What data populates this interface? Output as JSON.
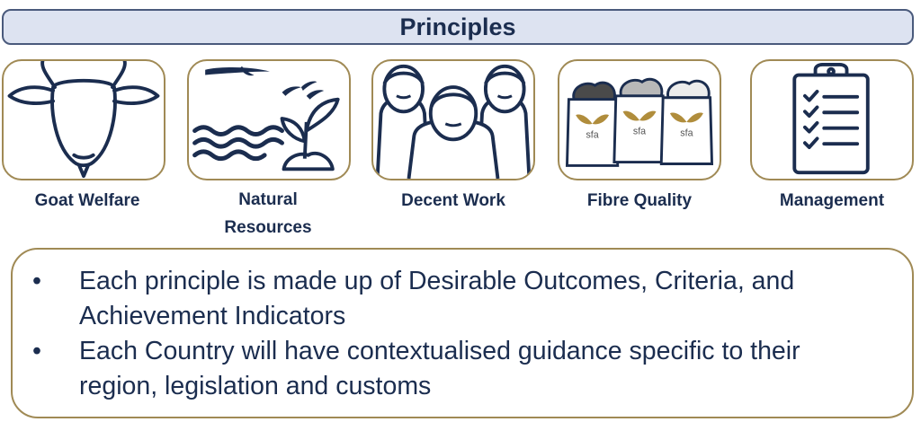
{
  "title": "Principles",
  "principles": [
    {
      "label": "Goat Welfare",
      "icon": "goat-icon"
    },
    {
      "label": "Natural Resources",
      "label_lines": [
        "Natural",
        "Resources"
      ],
      "icon": "nature-icon"
    },
    {
      "label": "Decent Work",
      "icon": "workers-icon"
    },
    {
      "label": "Fibre Quality",
      "icon": "fibre-bags-icon"
    },
    {
      "label": "Management",
      "icon": "clipboard-checklist-icon"
    }
  ],
  "bag_label": "sfa",
  "bullets": [
    "Each principle is made up of Desirable Outcomes, Criteria, and Achievement Indicators",
    "Each Country will have contextualised guidance specific to their region, legislation and customs"
  ],
  "bullet_lines": [
    [
      "Each principle is made up of Desirable Outcomes, Criteria, and",
      "Achievement Indicators"
    ],
    [
      "Each Country will have contextualised guidance specific to their",
      "region, legislation and customs"
    ]
  ],
  "bullet_symbol": "•",
  "colors": {
    "navy": "#1b2d4f",
    "gold_border": "#a08a55",
    "title_fill": "#dde3f1",
    "leaf_gold": "#b08d3c"
  }
}
